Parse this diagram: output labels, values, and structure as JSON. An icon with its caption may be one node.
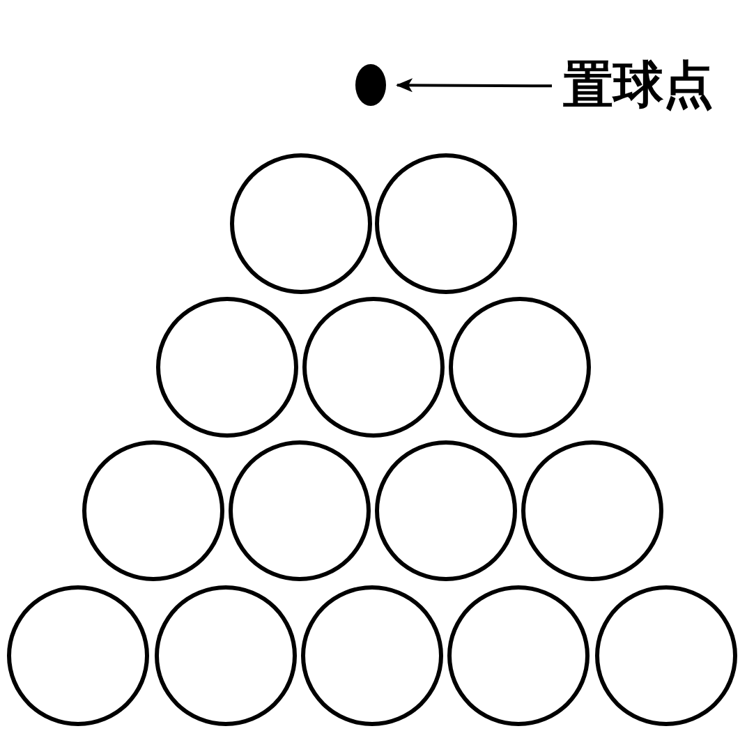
{
  "diagram": {
    "nodes": [
      {
        "text": [],
        "shape": "circle"
      },
      {
        "text": [
          "置球点"
        ]
      },
      {
        "text": [],
        "shape": "circle"
      },
      {
        "text": [],
        "shape": "circle"
      },
      {
        "text": [],
        "shape": "circle"
      },
      {
        "text": [],
        "shape": "circle"
      },
      {
        "text": [],
        "shape": "circle"
      },
      {
        "text": [],
        "shape": "circle"
      },
      {
        "text": [],
        "shape": "circle"
      },
      {
        "text": [],
        "shape": "circle"
      },
      {
        "text": [],
        "shape": "circle"
      },
      {
        "text": [],
        "shape": "circle"
      },
      {
        "text": [],
        "shape": "circle"
      },
      {
        "text": [],
        "shape": "circle"
      },
      {
        "text": [],
        "shape": "circle"
      },
      {
        "text": [],
        "shape": "circle"
      }
    ],
    "edges": [
      {
        "from": 1,
        "to": 0,
        "arrow": "to"
      }
    ]
  }
}
